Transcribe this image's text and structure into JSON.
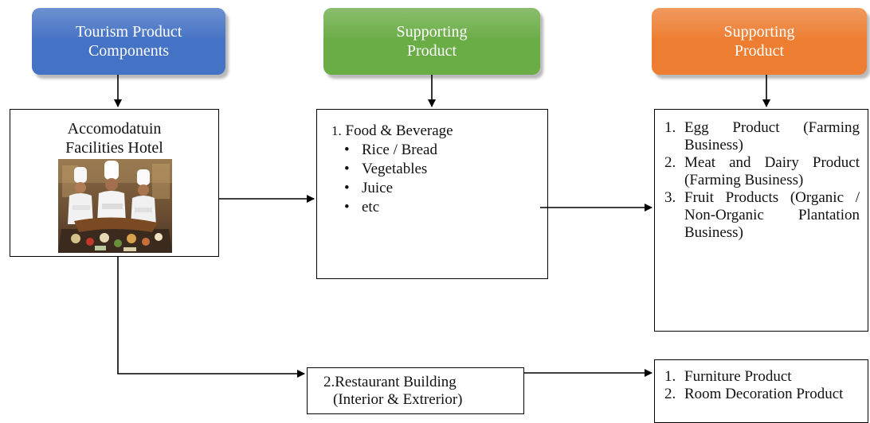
{
  "headers": {
    "h1": {
      "line1": "Tourism Product",
      "line2": "Components",
      "color": "#4472c4"
    },
    "h2": {
      "line1": "Supporting",
      "line2": "Product",
      "color": "#6aac46"
    },
    "h3": {
      "line1": "Supporting",
      "line2": "Product",
      "color": "#ed7d31"
    }
  },
  "hotel": {
    "line1": "Accomodatuin",
    "line2": "Facilities Hotel",
    "photo": "chefs-with-food-display-photo"
  },
  "food": {
    "number": "1.",
    "title": "Food & Beverage",
    "items": [
      "Rice / Bread",
      "Vegetables",
      "Juice",
      "etc"
    ]
  },
  "farm": [
    {
      "n": "1.",
      "text": "Egg Product (Farming Business)"
    },
    {
      "n": "2.",
      "text": "Meat and Dairy Product (Farming Business)"
    },
    {
      "n": "3.",
      "text": "Fruit Products (Organic / Non-Organic Plantation Business)"
    }
  ],
  "restaurant": {
    "line1": "2.Restaurant Building",
    "line2": "(Interior & Extrerior)"
  },
  "furniture": [
    {
      "n": "1.",
      "text": "Furniture Product"
    },
    {
      "n": "2.",
      "text": "Room Decoration Product"
    }
  ]
}
